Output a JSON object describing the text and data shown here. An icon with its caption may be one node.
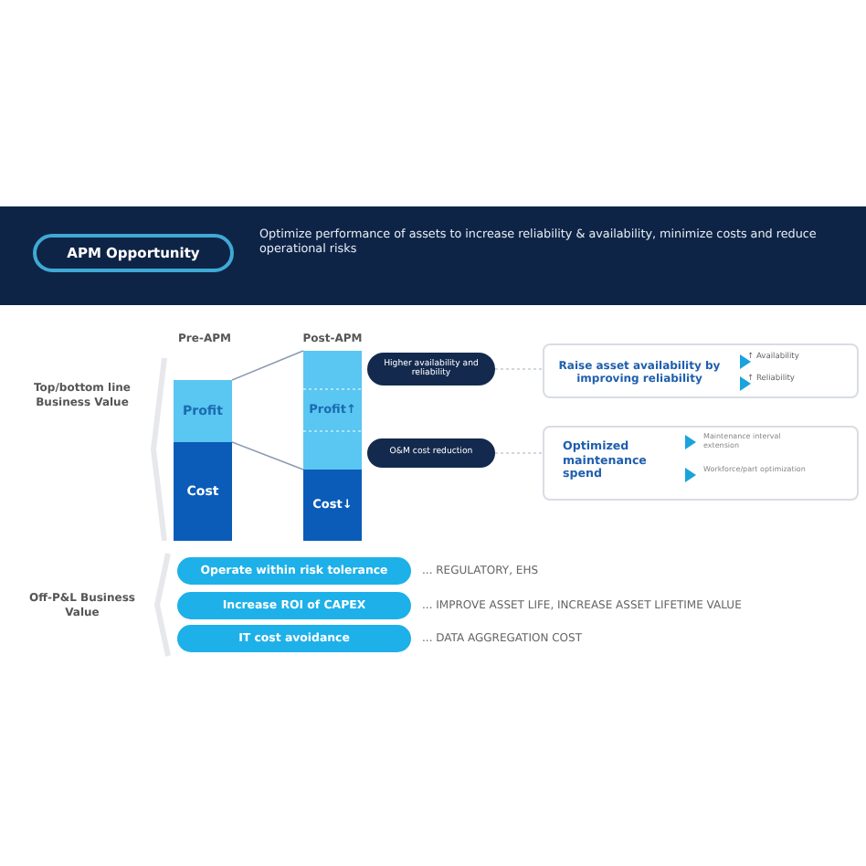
{
  "diagram": {
    "nodes": [
      {
        "text": [
          "Optimize performance of assets to increase reliability & availability, minimize costs and reduce operational risks"
        ]
      },
      {
        "text": [
          "APM Opportunity"
        ],
        "in": 0
      },
      {
        "text": [
          "Profit"
        ]
      },
      {
        "text": [
          "Cost"
        ]
      },
      {
        "text": [
          "Profit↑"
        ]
      },
      {
        "text": [
          "Cost↓"
        ]
      },
      {
        "text": [
          "Higher availability and reliability"
        ]
      },
      {
        "text": [
          "O&M cost reduction"
        ]
      },
      {
        "text": [
          "Raise asset availability by improving reliability",
          "↑ Availability",
          "↑ Reliability"
        ]
      },
      {
        "text": [
          "Optimized maintenance spend",
          "Maintenance interval extension",
          "Workforce/part optimization"
        ]
      },
      {
        "text": [
          "Operate within risk tolerance"
        ],
        "beside": [
          "... REGULATORY, EHS"
        ]
      },
      {
        "text": [
          "Increase ROI of CAPEX"
        ],
        "beside": [
          "... IMPROVE ASSET LIFE, INCREASE ASSET LIFETIME VALUE"
        ]
      },
      {
        "text": [
          "IT cost avoidance"
        ],
        "beside": [
          "... DATA AGGREGATION COST"
        ]
      }
    ],
    "edges": [
      {
        "from": 2,
        "to": 4,
        "arrow": "none"
      },
      {
        "from": 3,
        "to": 5,
        "arrow": "none"
      },
      {
        "from": 6,
        "to": 8,
        "arrow": "none",
        "style": "dashed"
      },
      {
        "from": 7,
        "to": 9,
        "arrow": "none",
        "style": "dashed"
      }
    ],
    "labels": [
      "Pre-APM",
      "Post-APM",
      "Top/bottom line Business Value",
      "Off-P&L Business Value"
    ]
  }
}
